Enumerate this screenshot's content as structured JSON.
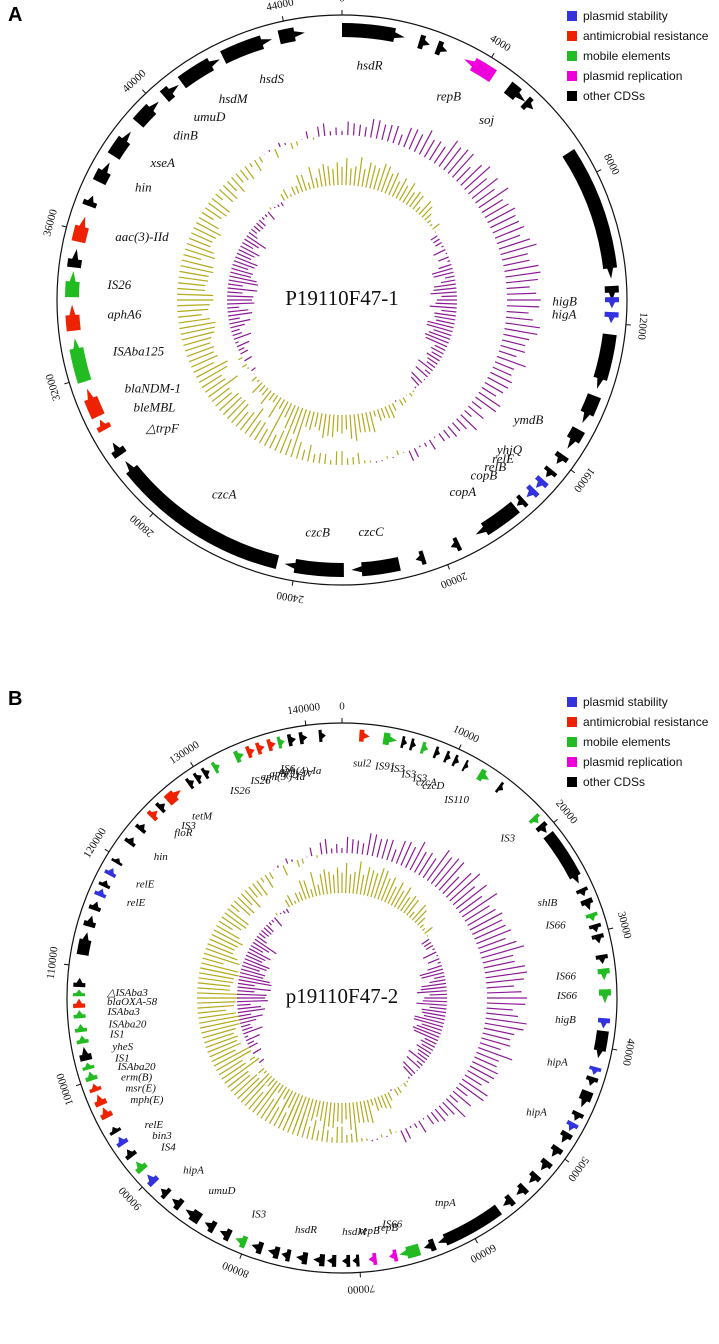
{
  "colors": {
    "plasmid_stability": "#3333dd",
    "antimicrobial_resistance": "#ee2200",
    "mobile_elements": "#22bb22",
    "plasmid_replication": "#ee00dd",
    "other_cds": "#000000",
    "gc_positive": "#8c1a96",
    "gc_negative": "#b2aa1a"
  },
  "legend": [
    {
      "key": "plasmid_stability",
      "label": "plasmid stability"
    },
    {
      "key": "antimicrobial_resistance",
      "label": "antimicrobial resistance"
    },
    {
      "key": "mobile_elements",
      "label": "mobile elements"
    },
    {
      "key": "plasmid_replication",
      "label": "plasmid replication"
    },
    {
      "key": "other_cds",
      "label": "other CDSs"
    }
  ],
  "panels": [
    {
      "letter": "A",
      "name": "P19110F47-1",
      "length": 45500,
      "ticks": [
        "0",
        "4000",
        "8000",
        "12000",
        "16000",
        "20000",
        "24000",
        "28000",
        "32000",
        "36000",
        "40000",
        "44000"
      ],
      "tick_values": [
        0,
        4000,
        8000,
        12000,
        16000,
        20000,
        24000,
        28000,
        32000,
        36000,
        40000,
        44000
      ],
      "genes": [
        {
          "s": 0,
          "e": 1700,
          "c": "other_cds",
          "label": "hsdR"
        },
        {
          "s": 2100,
          "e": 2400,
          "c": "other_cds"
        },
        {
          "s": 2600,
          "e": 2900,
          "c": "other_cds"
        },
        {
          "s": 4300,
          "e": 3400,
          "c": "plasmid_replication",
          "label": "repB"
        },
        {
          "s": 4800,
          "e": 5400,
          "c": "other_cds",
          "label": "soj"
        },
        {
          "s": 5400,
          "e": 5700,
          "c": "other_cds"
        },
        {
          "s": 7200,
          "e": 10800,
          "c": "other_cds"
        },
        {
          "s": 11000,
          "e": 11400,
          "c": "other_cds"
        },
        {
          "s": 11300,
          "e": 11600,
          "c": "plasmid_stability",
          "label": "higB"
        },
        {
          "s": 11700,
          "e": 12000,
          "c": "plasmid_stability",
          "label": "higA"
        },
        {
          "s": 12300,
          "e": 13800,
          "c": "other_cds"
        },
        {
          "s": 14000,
          "e": 14800,
          "c": "other_cds"
        },
        {
          "s": 15000,
          "e": 15600,
          "c": "other_cds",
          "label": "ymdB"
        },
        {
          "s": 15800,
          "e": 16100,
          "c": "other_cds"
        },
        {
          "s": 16300,
          "e": 16550,
          "c": "other_cds",
          "label": "yhjQ"
        },
        {
          "s": 16650,
          "e": 16950,
          "c": "plasmid_stability",
          "label": "relE"
        },
        {
          "s": 17000,
          "e": 17300,
          "c": "plasmid_stability",
          "label": "relB"
        },
        {
          "s": 17400,
          "e": 17650,
          "c": "other_cds",
          "label": "copB"
        },
        {
          "s": 17700,
          "e": 19000,
          "c": "other_cds",
          "label": "copA"
        },
        {
          "s": 19500,
          "e": 19750,
          "c": "other_cds"
        },
        {
          "s": 20500,
          "e": 20750,
          "c": "other_cds"
        },
        {
          "s": 21200,
          "e": 22500,
          "c": "other_cds",
          "label": "czcC"
        },
        {
          "s": 22700,
          "e": 24300,
          "c": "other_cds",
          "label": "czcB"
        },
        {
          "s": 24500,
          "e": 29500,
          "c": "other_cds",
          "label": "czcA"
        },
        {
          "s": 29700,
          "e": 30100,
          "c": "other_cds",
          "label": "△trpF"
        },
        {
          "s": 30500,
          "e": 30800,
          "c": "antimicrobial_resistance",
          "label": "bleMBL"
        },
        {
          "s": 30900,
          "e": 31700,
          "c": "antimicrobial_resistance",
          "label": "blaNDM-1"
        },
        {
          "s": 31900,
          "e": 33100,
          "c": "mobile_elements",
          "label": "ISAba125"
        },
        {
          "s": 33300,
          "e": 34000,
          "c": "antimicrobial_resistance",
          "label": "aphA6"
        },
        {
          "s": 34200,
          "e": 34900,
          "c": "mobile_elements",
          "label": "IS26"
        },
        {
          "s": 35000,
          "e": 35500,
          "c": "other_cds"
        },
        {
          "s": 35700,
          "e": 36400,
          "c": "antimicrobial_resistance",
          "label": "aac(3)-IId"
        },
        {
          "s": 36700,
          "e": 37000,
          "c": "other_cds"
        },
        {
          "s": 37400,
          "e": 38000,
          "c": "other_cds",
          "label": "hin"
        },
        {
          "s": 38200,
          "e": 39000,
          "c": "other_cds",
          "label": "xseA"
        },
        {
          "s": 39300,
          "e": 40100,
          "c": "other_cds",
          "label": "dinB"
        },
        {
          "s": 40300,
          "e": 40800,
          "c": "other_cds",
          "label": "umuD"
        },
        {
          "s": 40900,
          "e": 42100,
          "c": "other_cds",
          "label": "hsdM"
        },
        {
          "s": 42200,
          "e": 43600,
          "c": "other_cds",
          "label": "hsdS"
        },
        {
          "s": 43800,
          "e": 44500,
          "c": "other_cds"
        }
      ]
    },
    {
      "letter": "B",
      "name": "p19110F47-2",
      "length": 143000,
      "ticks": [
        "0",
        "10000",
        "20000",
        "30000",
        "40000",
        "50000",
        "60000",
        "70000",
        "80000",
        "90000",
        "100000",
        "110000",
        "120000",
        "130000",
        "140000"
      ],
      "tick_values": [
        0,
        10000,
        20000,
        30000,
        40000,
        50000,
        60000,
        70000,
        80000,
        90000,
        100000,
        110000,
        120000,
        130000,
        140000
      ],
      "genes": [
        {
          "s": 1500,
          "e": 2400,
          "c": "antimicrobial_resistance",
          "label": "sul2"
        },
        {
          "s": 3600,
          "e": 4800,
          "c": "mobile_elements",
          "label": "IS91"
        },
        {
          "s": 5200,
          "e": 5700,
          "c": "other_cds",
          "label": "IS3"
        },
        {
          "s": 6000,
          "e": 6500,
          "c": "other_cds"
        },
        {
          "s": 7000,
          "e": 7600,
          "c": "mobile_elements",
          "label": "IS3"
        },
        {
          "s": 8200,
          "e": 8700,
          "c": "other_cds",
          "label": "IS3"
        },
        {
          "s": 9200,
          "e": 9700,
          "c": "other_cds",
          "label": "czcA"
        },
        {
          "s": 10000,
          "e": 10500,
          "c": "other_cds",
          "label": "czcD"
        },
        {
          "s": 11000,
          "e": 11400,
          "c": "other_cds"
        },
        {
          "s": 12500,
          "e": 13500,
          "c": "mobile_elements",
          "label": "IS110"
        },
        {
          "s": 14500,
          "e": 15000,
          "c": "other_cds"
        },
        {
          "s": 18500,
          "e": 19200,
          "c": "mobile_elements",
          "label": "IS3"
        },
        {
          "s": 19400,
          "e": 20300,
          "c": "other_cds"
        },
        {
          "s": 20500,
          "e": 25500,
          "c": "other_cds"
        },
        {
          "s": 26000,
          "e": 26700,
          "c": "other_cds",
          "label": "shlB"
        },
        {
          "s": 27000,
          "e": 28000,
          "c": "other_cds"
        },
        {
          "s": 28300,
          "e": 29000,
          "c": "mobile_elements",
          "label": "IS66"
        },
        {
          "s": 29300,
          "e": 30000,
          "c": "other_cds"
        },
        {
          "s": 30200,
          "e": 31000,
          "c": "other_cds"
        },
        {
          "s": 32000,
          "e": 32800,
          "c": "other_cds"
        },
        {
          "s": 33200,
          "e": 34200,
          "c": "mobile_elements",
          "label": "IS66"
        },
        {
          "s": 35000,
          "e": 36200,
          "c": "mobile_elements",
          "label": "IS66"
        },
        {
          "s": 37500,
          "e": 38400,
          "c": "plasmid_stability",
          "label": "higB"
        },
        {
          "s": 38600,
          "e": 41000,
          "c": "other_cds"
        },
        {
          "s": 41800,
          "e": 42500,
          "c": "plasmid_stability",
          "label": "hipA"
        },
        {
          "s": 42700,
          "e": 43500,
          "c": "other_cds"
        },
        {
          "s": 44000,
          "e": 45500,
          "c": "other_cds"
        },
        {
          "s": 46000,
          "e": 46800,
          "c": "other_cds"
        },
        {
          "s": 47000,
          "e": 47800,
          "c": "plasmid_stability",
          "label": "hipA"
        },
        {
          "s": 48000,
          "e": 49000,
          "c": "other_cds"
        },
        {
          "s": 49500,
          "e": 50500,
          "c": "other_cds"
        },
        {
          "s": 51000,
          "e": 52000,
          "c": "other_cds"
        },
        {
          "s": 52500,
          "e": 53500,
          "c": "other_cds"
        },
        {
          "s": 54000,
          "e": 55000,
          "c": "other_cds"
        },
        {
          "s": 55500,
          "e": 56500,
          "c": "other_cds"
        },
        {
          "s": 57000,
          "e": 63000,
          "c": "other_cds",
          "label": "tnpA"
        },
        {
          "s": 63300,
          "e": 64300,
          "c": "other_cds"
        },
        {
          "s": 64700,
          "e": 66500,
          "c": "mobile_elements",
          "label": "IS66"
        },
        {
          "s": 66700,
          "e": 67400,
          "c": "plasmid_replication",
          "label": "repB"
        },
        {
          "s": 68500,
          "e": 69200,
          "c": "plasmid_replication",
          "label": "repB"
        },
        {
          "s": 70000,
          "e": 70600,
          "c": "other_cds",
          "label": "hsdM"
        },
        {
          "s": 70800,
          "e": 71500,
          "c": "other_cds"
        },
        {
          "s": 72000,
          "e": 72800,
          "c": "other_cds"
        },
        {
          "s": 73000,
          "e": 74000,
          "c": "other_cds"
        },
        {
          "s": 74500,
          "e": 75500,
          "c": "other_cds",
          "label": "hsdR"
        },
        {
          "s": 76000,
          "e": 76800,
          "c": "other_cds"
        },
        {
          "s": 77000,
          "e": 78000,
          "c": "other_cds"
        },
        {
          "s": 78500,
          "e": 79500,
          "c": "other_cds"
        },
        {
          "s": 80000,
          "e": 81000,
          "c": "mobile_elements",
          "label": "IS3"
        },
        {
          "s": 81500,
          "e": 82500,
          "c": "other_cds"
        },
        {
          "s": 83000,
          "e": 84000,
          "c": "other_cds"
        },
        {
          "s": 84500,
          "e": 86000,
          "c": "other_cds",
          "label": "umuD"
        },
        {
          "s": 86500,
          "e": 87500,
          "c": "other_cds"
        },
        {
          "s": 88000,
          "e": 88800,
          "c": "other_cds",
          "label": "hipA"
        },
        {
          "s": 89500,
          "e": 90500,
          "c": "plasmid_stability"
        },
        {
          "s": 91000,
          "e": 92000,
          "c": "mobile_elements",
          "label": "IS4"
        },
        {
          "s": 92500,
          "e": 93300,
          "c": "other_cds",
          "label": "bin3"
        },
        {
          "s": 93800,
          "e": 94600,
          "c": "plasmid_stability",
          "label": "relE"
        },
        {
          "s": 95000,
          "e": 95600,
          "c": "other_cds"
        },
        {
          "s": 96500,
          "e": 97500,
          "c": "antimicrobial_resistance",
          "label": "mph(E)"
        },
        {
          "s": 97700,
          "e": 98700,
          "c": "antimicrobial_resistance",
          "label": "msr(E)"
        },
        {
          "s": 99000,
          "e": 99700,
          "c": "antimicrobial_resistance",
          "label": "erm(B)"
        },
        {
          "s": 100000,
          "e": 100800,
          "c": "mobile_elements",
          "label": "ISAba20"
        },
        {
          "s": 101000,
          "e": 101600,
          "c": "mobile_elements",
          "label": "IS1"
        },
        {
          "s": 101800,
          "e": 103000,
          "c": "other_cds",
          "label": "yheS"
        },
        {
          "s": 103300,
          "e": 104000,
          "c": "mobile_elements",
          "label": "IS1"
        },
        {
          "s": 104300,
          "e": 105000,
          "c": "mobile_elements",
          "label": "ISAba20"
        },
        {
          "s": 105500,
          "e": 106200,
          "c": "mobile_elements",
          "label": "ISAba3"
        },
        {
          "s": 106400,
          "e": 107200,
          "c": "antimicrobial_resistance",
          "label": "blaOXA-58"
        },
        {
          "s": 107400,
          "e": 108000,
          "c": "mobile_elements",
          "label": "△ISAba3"
        },
        {
          "s": 108200,
          "e": 109000,
          "c": "other_cds"
        },
        {
          "s": 111000,
          "e": 113000,
          "c": "other_cds"
        },
        {
          "s": 113500,
          "e": 114500,
          "c": "other_cds"
        },
        {
          "s": 115000,
          "e": 115800,
          "c": "other_cds"
        },
        {
          "s": 116300,
          "e": 117000,
          "c": "plasmid_stability",
          "label": "relE"
        },
        {
          "s": 117200,
          "e": 117800,
          "c": "other_cds"
        },
        {
          "s": 118300,
          "e": 119000,
          "c": "plasmid_stability",
          "label": "relE"
        },
        {
          "s": 119500,
          "e": 120000,
          "c": "other_cds"
        },
        {
          "s": 121500,
          "e": 122200,
          "c": "other_cds",
          "label": "hin"
        },
        {
          "s": 123000,
          "e": 123700,
          "c": "other_cds"
        },
        {
          "s": 124500,
          "e": 125300,
          "c": "antimicrobial_resistance",
          "label": "floR"
        },
        {
          "s": 125500,
          "e": 126200,
          "c": "other_cds",
          "label": "IS3"
        },
        {
          "s": 126500,
          "e": 128000,
          "c": "antimicrobial_resistance",
          "label": "tetM"
        },
        {
          "s": 128800,
          "e": 129400,
          "c": "other_cds"
        },
        {
          "s": 129600,
          "e": 130200,
          "c": "other_cds"
        },
        {
          "s": 130400,
          "e": 131000,
          "c": "other_cds"
        },
        {
          "s": 131400,
          "e": 132000,
          "c": "mobile_elements",
          "label": "IS26"
        },
        {
          "s": 133500,
          "e": 134300,
          "c": "mobile_elements",
          "label": "IS26"
        },
        {
          "s": 134600,
          "e": 135300,
          "c": "antimicrobial_resistance",
          "label": "aph(3')-Ia"
        },
        {
          "s": 135500,
          "e": 136200,
          "c": "antimicrobial_resistance",
          "label": "aph(3)-IV"
        },
        {
          "s": 136500,
          "e": 137200,
          "c": "antimicrobial_resistance",
          "label": "aph(4)-Ia"
        },
        {
          "s": 137400,
          "e": 138000,
          "c": "mobile_elements",
          "label": "IS6"
        },
        {
          "s": 138300,
          "e": 139000,
          "c": "other_cds"
        },
        {
          "s": 139300,
          "e": 140000,
          "c": "other_cds"
        },
        {
          "s": 141000,
          "e": 141600,
          "c": "other_cds"
        }
      ]
    }
  ]
}
